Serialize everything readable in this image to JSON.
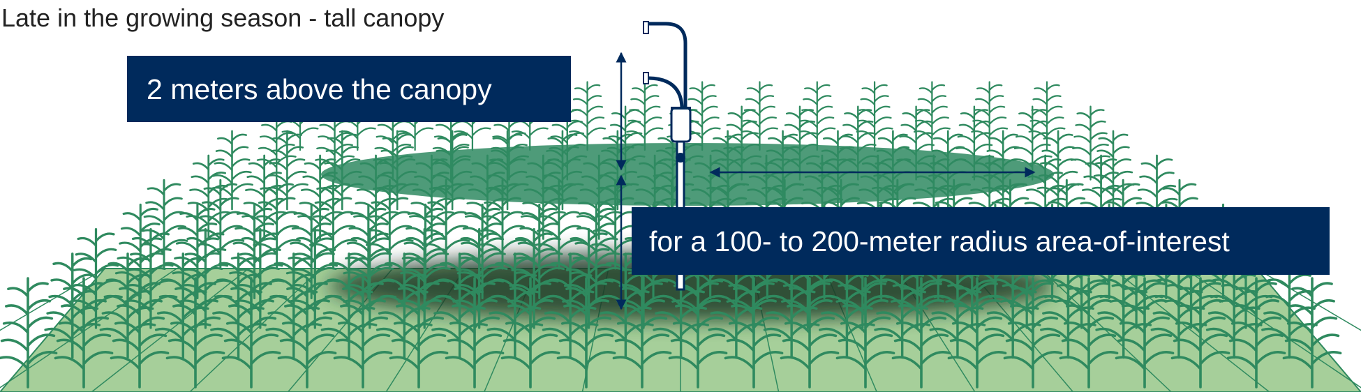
{
  "title": "Late in the growing season - tall canopy",
  "labels": {
    "height": "2 meters above the canopy",
    "radius": "for a 100- to 200-meter radius area-of-interest"
  },
  "colors": {
    "navy": "#002a5c",
    "plant": "#2f8a5f",
    "ground": "#a6cf9a",
    "footprint": "#2f8a62"
  }
}
